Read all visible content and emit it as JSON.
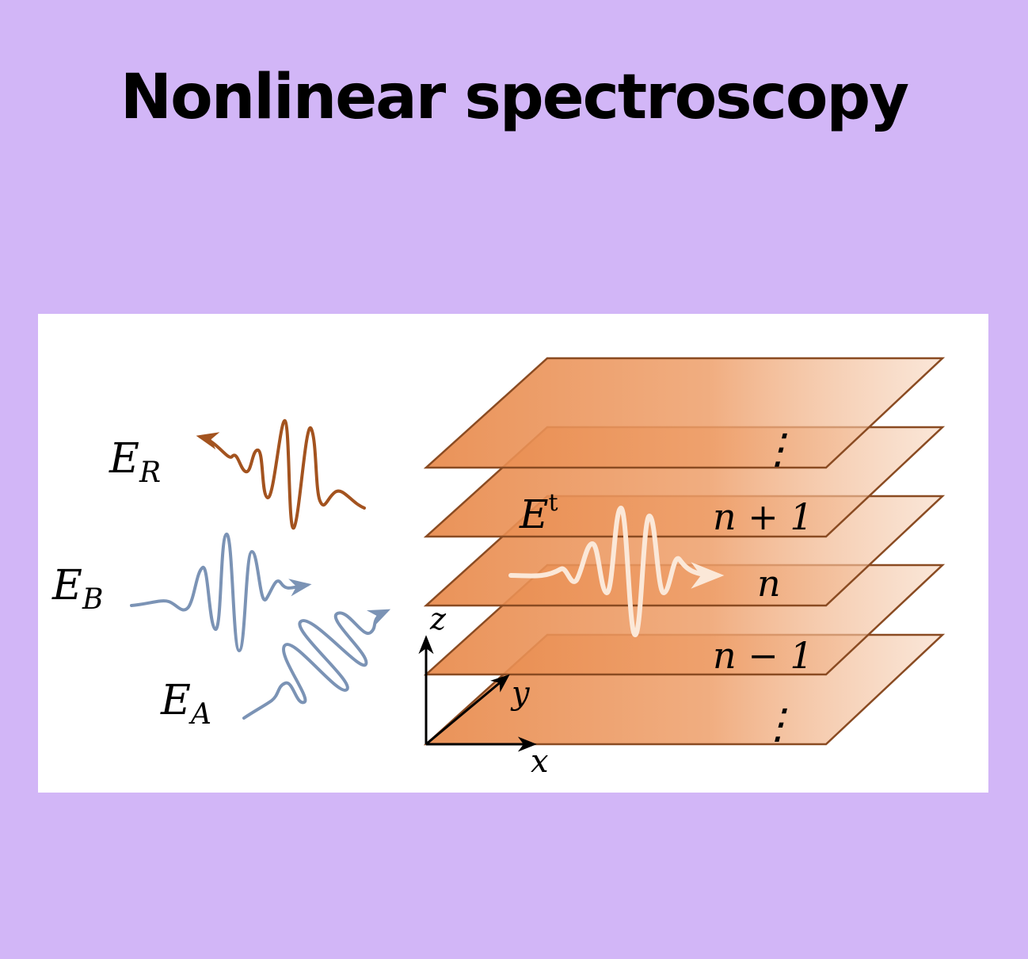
{
  "title": "Nonlinear spectroscopy",
  "colors": {
    "background": "#d2b6f7",
    "panel": "#ffffff",
    "plane": "#e8894a",
    "plane_edge": "#8a4b22",
    "reflected_pulse": "#a3531f",
    "incident_pulse": "#7b93b5",
    "transmitted_pulse": "#fbe8d8"
  },
  "labels": {
    "e_r": {
      "main": "E",
      "sub": "R"
    },
    "e_b": {
      "main": "E",
      "sub": "B"
    },
    "e_a": {
      "main": "E",
      "sub": "A"
    },
    "e_t": {
      "main": "E",
      "sup": "t"
    },
    "layer_top": "n + 1",
    "layer_mid": "n",
    "layer_low": "n − 1",
    "dots_top": "⋮",
    "dots_bottom": "⋮",
    "axis_z": "z",
    "axis_y": "y",
    "axis_x": "x"
  }
}
